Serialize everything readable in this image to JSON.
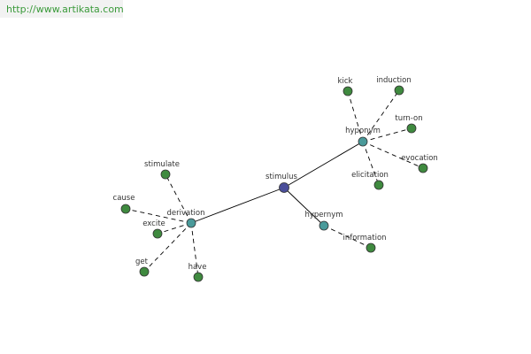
{
  "site_link": "http://www.artikata.com",
  "colors": {
    "center": "#4a4e9a",
    "relation": "#4a9a9a",
    "leaf": "#3f8a3f",
    "node_border": "#333333",
    "edge": "#000000",
    "label": "#333333",
    "link": "#3a9a3a"
  },
  "nodes": [
    {
      "id": "stimulus",
      "label": "stimulus",
      "kind": "center"
    },
    {
      "id": "hyponym",
      "label": "hyponym",
      "kind": "relation"
    },
    {
      "id": "derivation",
      "label": "derivation",
      "kind": "relation"
    },
    {
      "id": "hypernym",
      "label": "hypernym",
      "kind": "relation"
    },
    {
      "id": "kick",
      "label": "kick",
      "kind": "leaf"
    },
    {
      "id": "induction",
      "label": "induction",
      "kind": "leaf"
    },
    {
      "id": "turn-on",
      "label": "turn-on",
      "kind": "leaf"
    },
    {
      "id": "evocation",
      "label": "evocation",
      "kind": "leaf"
    },
    {
      "id": "elicitation",
      "label": "elicitation",
      "kind": "leaf"
    },
    {
      "id": "stimulate",
      "label": "stimulate",
      "kind": "leaf"
    },
    {
      "id": "cause",
      "label": "cause",
      "kind": "leaf"
    },
    {
      "id": "excite",
      "label": "excite",
      "kind": "leaf"
    },
    {
      "id": "get",
      "label": "get",
      "kind": "leaf"
    },
    {
      "id": "have",
      "label": "have",
      "kind": "leaf"
    },
    {
      "id": "information",
      "label": "information",
      "kind": "leaf"
    }
  ],
  "edges": [
    {
      "from": "stimulus",
      "to": "hyponym",
      "style": "solid"
    },
    {
      "from": "stimulus",
      "to": "derivation",
      "style": "solid"
    },
    {
      "from": "stimulus",
      "to": "hypernym",
      "style": "solid"
    },
    {
      "from": "hyponym",
      "to": "kick",
      "style": "dashed"
    },
    {
      "from": "hyponym",
      "to": "induction",
      "style": "dashed"
    },
    {
      "from": "hyponym",
      "to": "turn-on",
      "style": "dashed"
    },
    {
      "from": "hyponym",
      "to": "evocation",
      "style": "dashed"
    },
    {
      "from": "hyponym",
      "to": "elicitation",
      "style": "dashed"
    },
    {
      "from": "derivation",
      "to": "stimulate",
      "style": "dashed"
    },
    {
      "from": "derivation",
      "to": "cause",
      "style": "dashed"
    },
    {
      "from": "derivation",
      "to": "excite",
      "style": "dashed"
    },
    {
      "from": "derivation",
      "to": "get",
      "style": "dashed"
    },
    {
      "from": "derivation",
      "to": "have",
      "style": "dashed"
    },
    {
      "from": "hypernym",
      "to": "information",
      "style": "dashed"
    }
  ]
}
